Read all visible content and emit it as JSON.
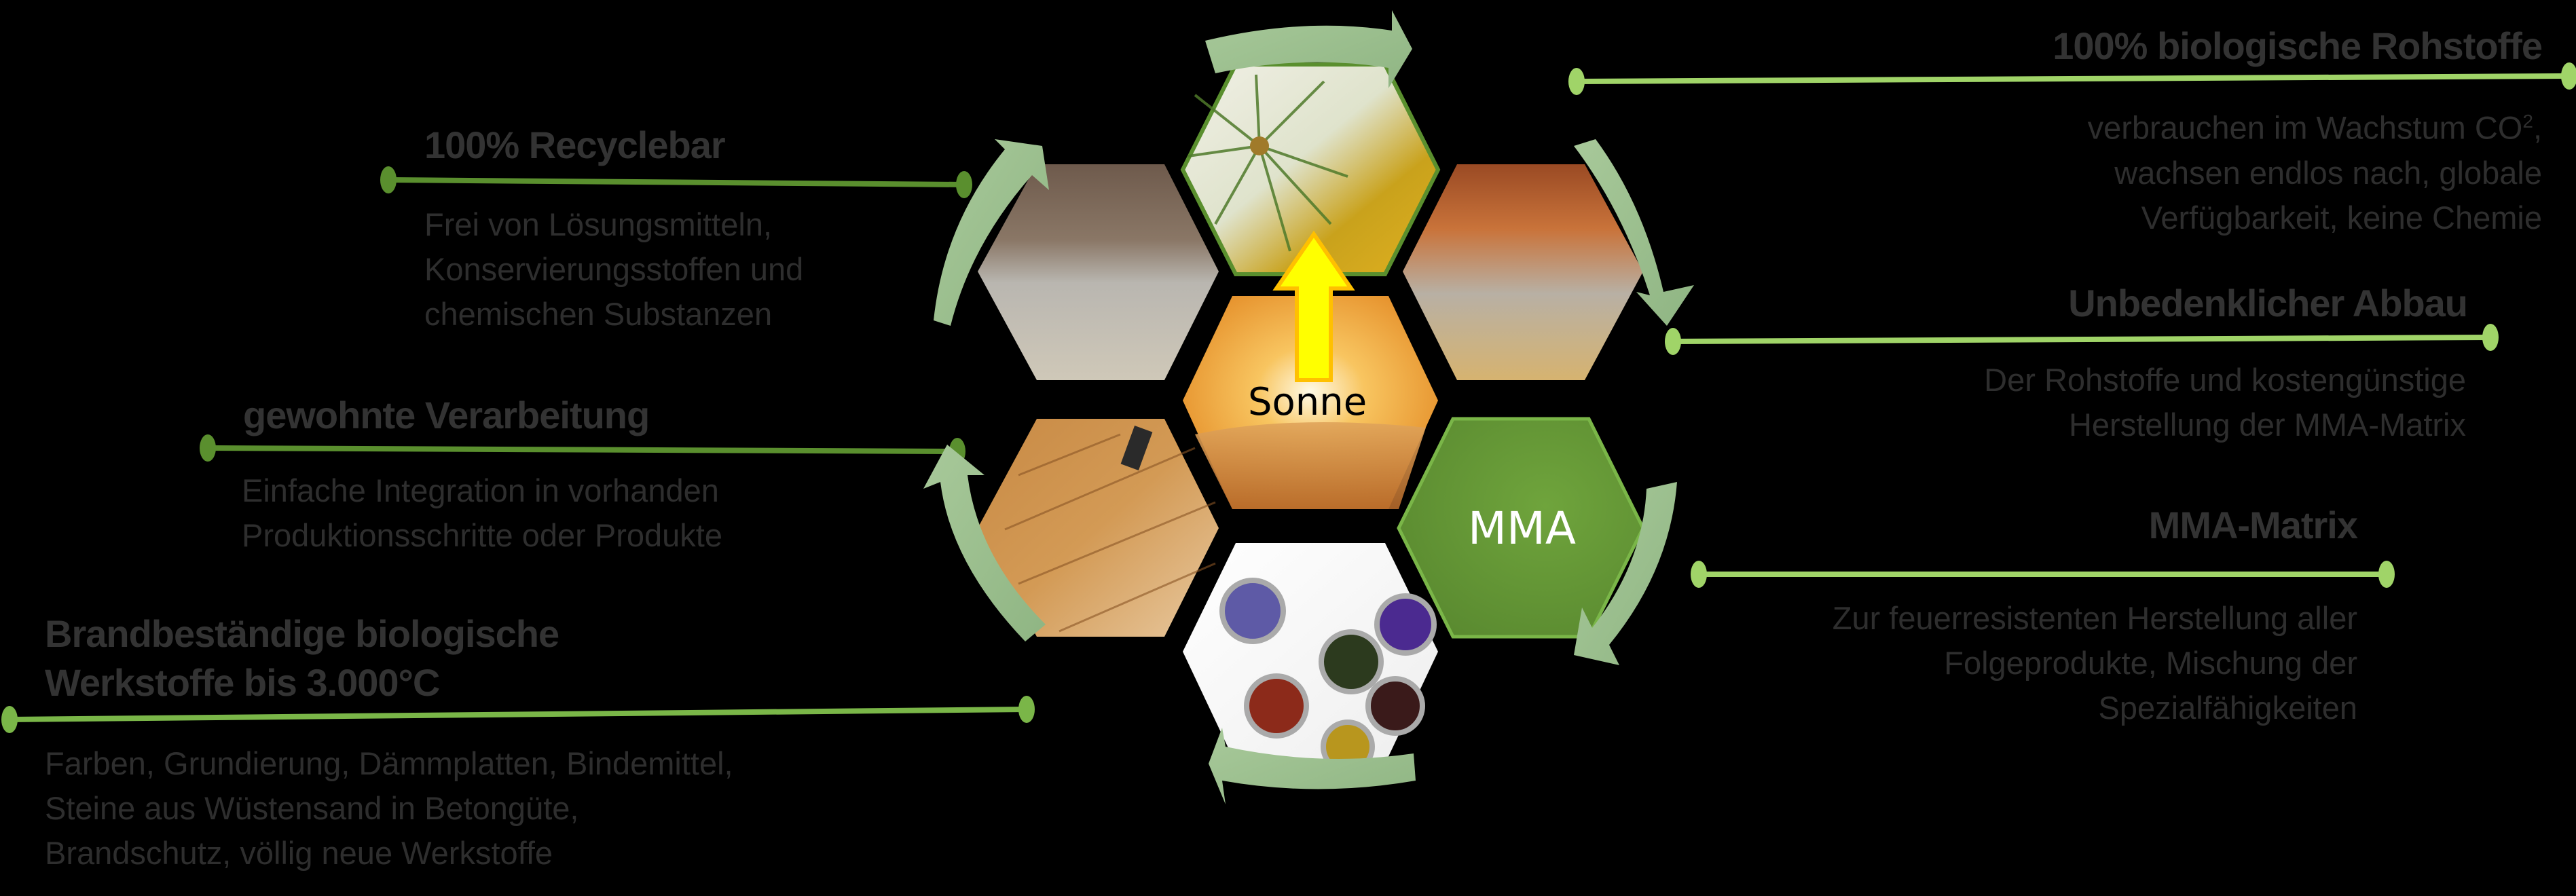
{
  "center": {
    "sun_label": "Sonne",
    "mma_label": "MMA",
    "hexagons": [
      {
        "id": "top",
        "image": "pine-needles-and-oil"
      },
      {
        "id": "upper-left",
        "image": "mineral-powders-grey"
      },
      {
        "id": "upper-right",
        "image": "mineral-powders-colored"
      },
      {
        "id": "center",
        "image": "desert-sunset"
      },
      {
        "id": "lower-left",
        "image": "wood-floor-brush"
      },
      {
        "id": "lower-right",
        "image": "mma-green"
      },
      {
        "id": "bottom",
        "image": "paint-cans"
      }
    ],
    "arrow_color": "#9cc08e",
    "sun_arrow_color": "#ffff00",
    "mma_color": "#5e9234"
  },
  "left": {
    "recyclable": {
      "title": "100% Recyclebar",
      "lines": [
        "Frei von Lösungsmitteln,",
        "Konservierungsstoffen und",
        "chemischen Substanzen"
      ]
    },
    "processing": {
      "title": "gewohnte Verarbeitung",
      "lines": [
        "Einfache Integration in vorhanden",
        "Produktionsschritte oder Produkte"
      ]
    },
    "fireproof": {
      "title_lines": [
        "Brandbeständige biologische",
        "Werkstoffe bis 3.000°C"
      ],
      "lines": [
        "Farben, Grundierung, Dämmplatten, Bindemittel,",
        "Steine aus Wüstensand in Betongüte,",
        "Brandschutz, völlig neue Werkstoffe"
      ]
    }
  },
  "right": {
    "raw_materials": {
      "title": "100% biologische Rohstoffe",
      "line1": "verbrauchen im Wachstum CO",
      "line1_sup": "2",
      "line1_end": ",",
      "lines": [
        "wachsen endlos nach, globale",
        "Verfügbarkeit, keine Chemie"
      ]
    },
    "degradation": {
      "title": "Unbedenklicher Abbau",
      "lines": [
        "Der Rohstoffe und kostengünstige",
        "Herstellung der  MMA-Matrix"
      ]
    },
    "matrix": {
      "title": "MMA-Matrix",
      "lines": [
        "Zur feuerresistenten Herstellung aller",
        "Folgeprodukte, Mischung der",
        "Spezialfähigkeiten"
      ]
    }
  },
  "colors": {
    "connector_dark": "#5a8f2e",
    "connector_mid": "#7ab648",
    "connector_light": "#a0d468",
    "text": "#333333"
  }
}
